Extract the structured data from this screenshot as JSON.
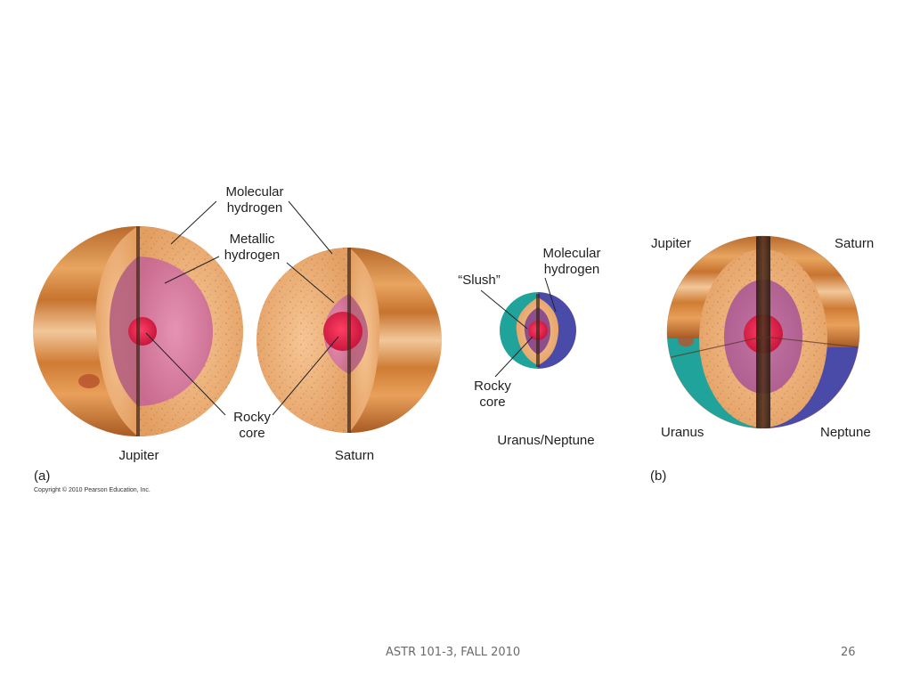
{
  "figure_a": {
    "label": "(a)",
    "copyright": "Copyright © 2010 Pearson Education, Inc.",
    "layers": {
      "molecular_hydrogen": "Molecular\nhydrogen",
      "metallic_hydrogen": "Metallic\nhydrogen",
      "rocky_core": "Rocky\ncore",
      "slush": "“Slush”",
      "molecular_hydrogen_small": "Molecular\nhydrogen",
      "rocky_core_small": "Rocky\ncore"
    },
    "planets": {
      "jupiter": "Jupiter",
      "saturn": "Saturn",
      "uranus_neptune": "Uranus/Neptune"
    }
  },
  "figure_b": {
    "label": "(b)",
    "planets": {
      "jupiter": "Jupiter",
      "saturn": "Saturn",
      "uranus": "Uranus",
      "neptune": "Neptune"
    }
  },
  "footer": {
    "course": "ASTR 101-3, FALL 2010",
    "page_number": "26"
  },
  "colors": {
    "jupiter_surface": "#d9873a",
    "molecular_layer": "#efb27a",
    "metallic_layer": "#d9799c",
    "rocky_core": "#e0214a",
    "uranus_surface": "#1fa39a",
    "neptune_surface": "#4a4aa8"
  }
}
